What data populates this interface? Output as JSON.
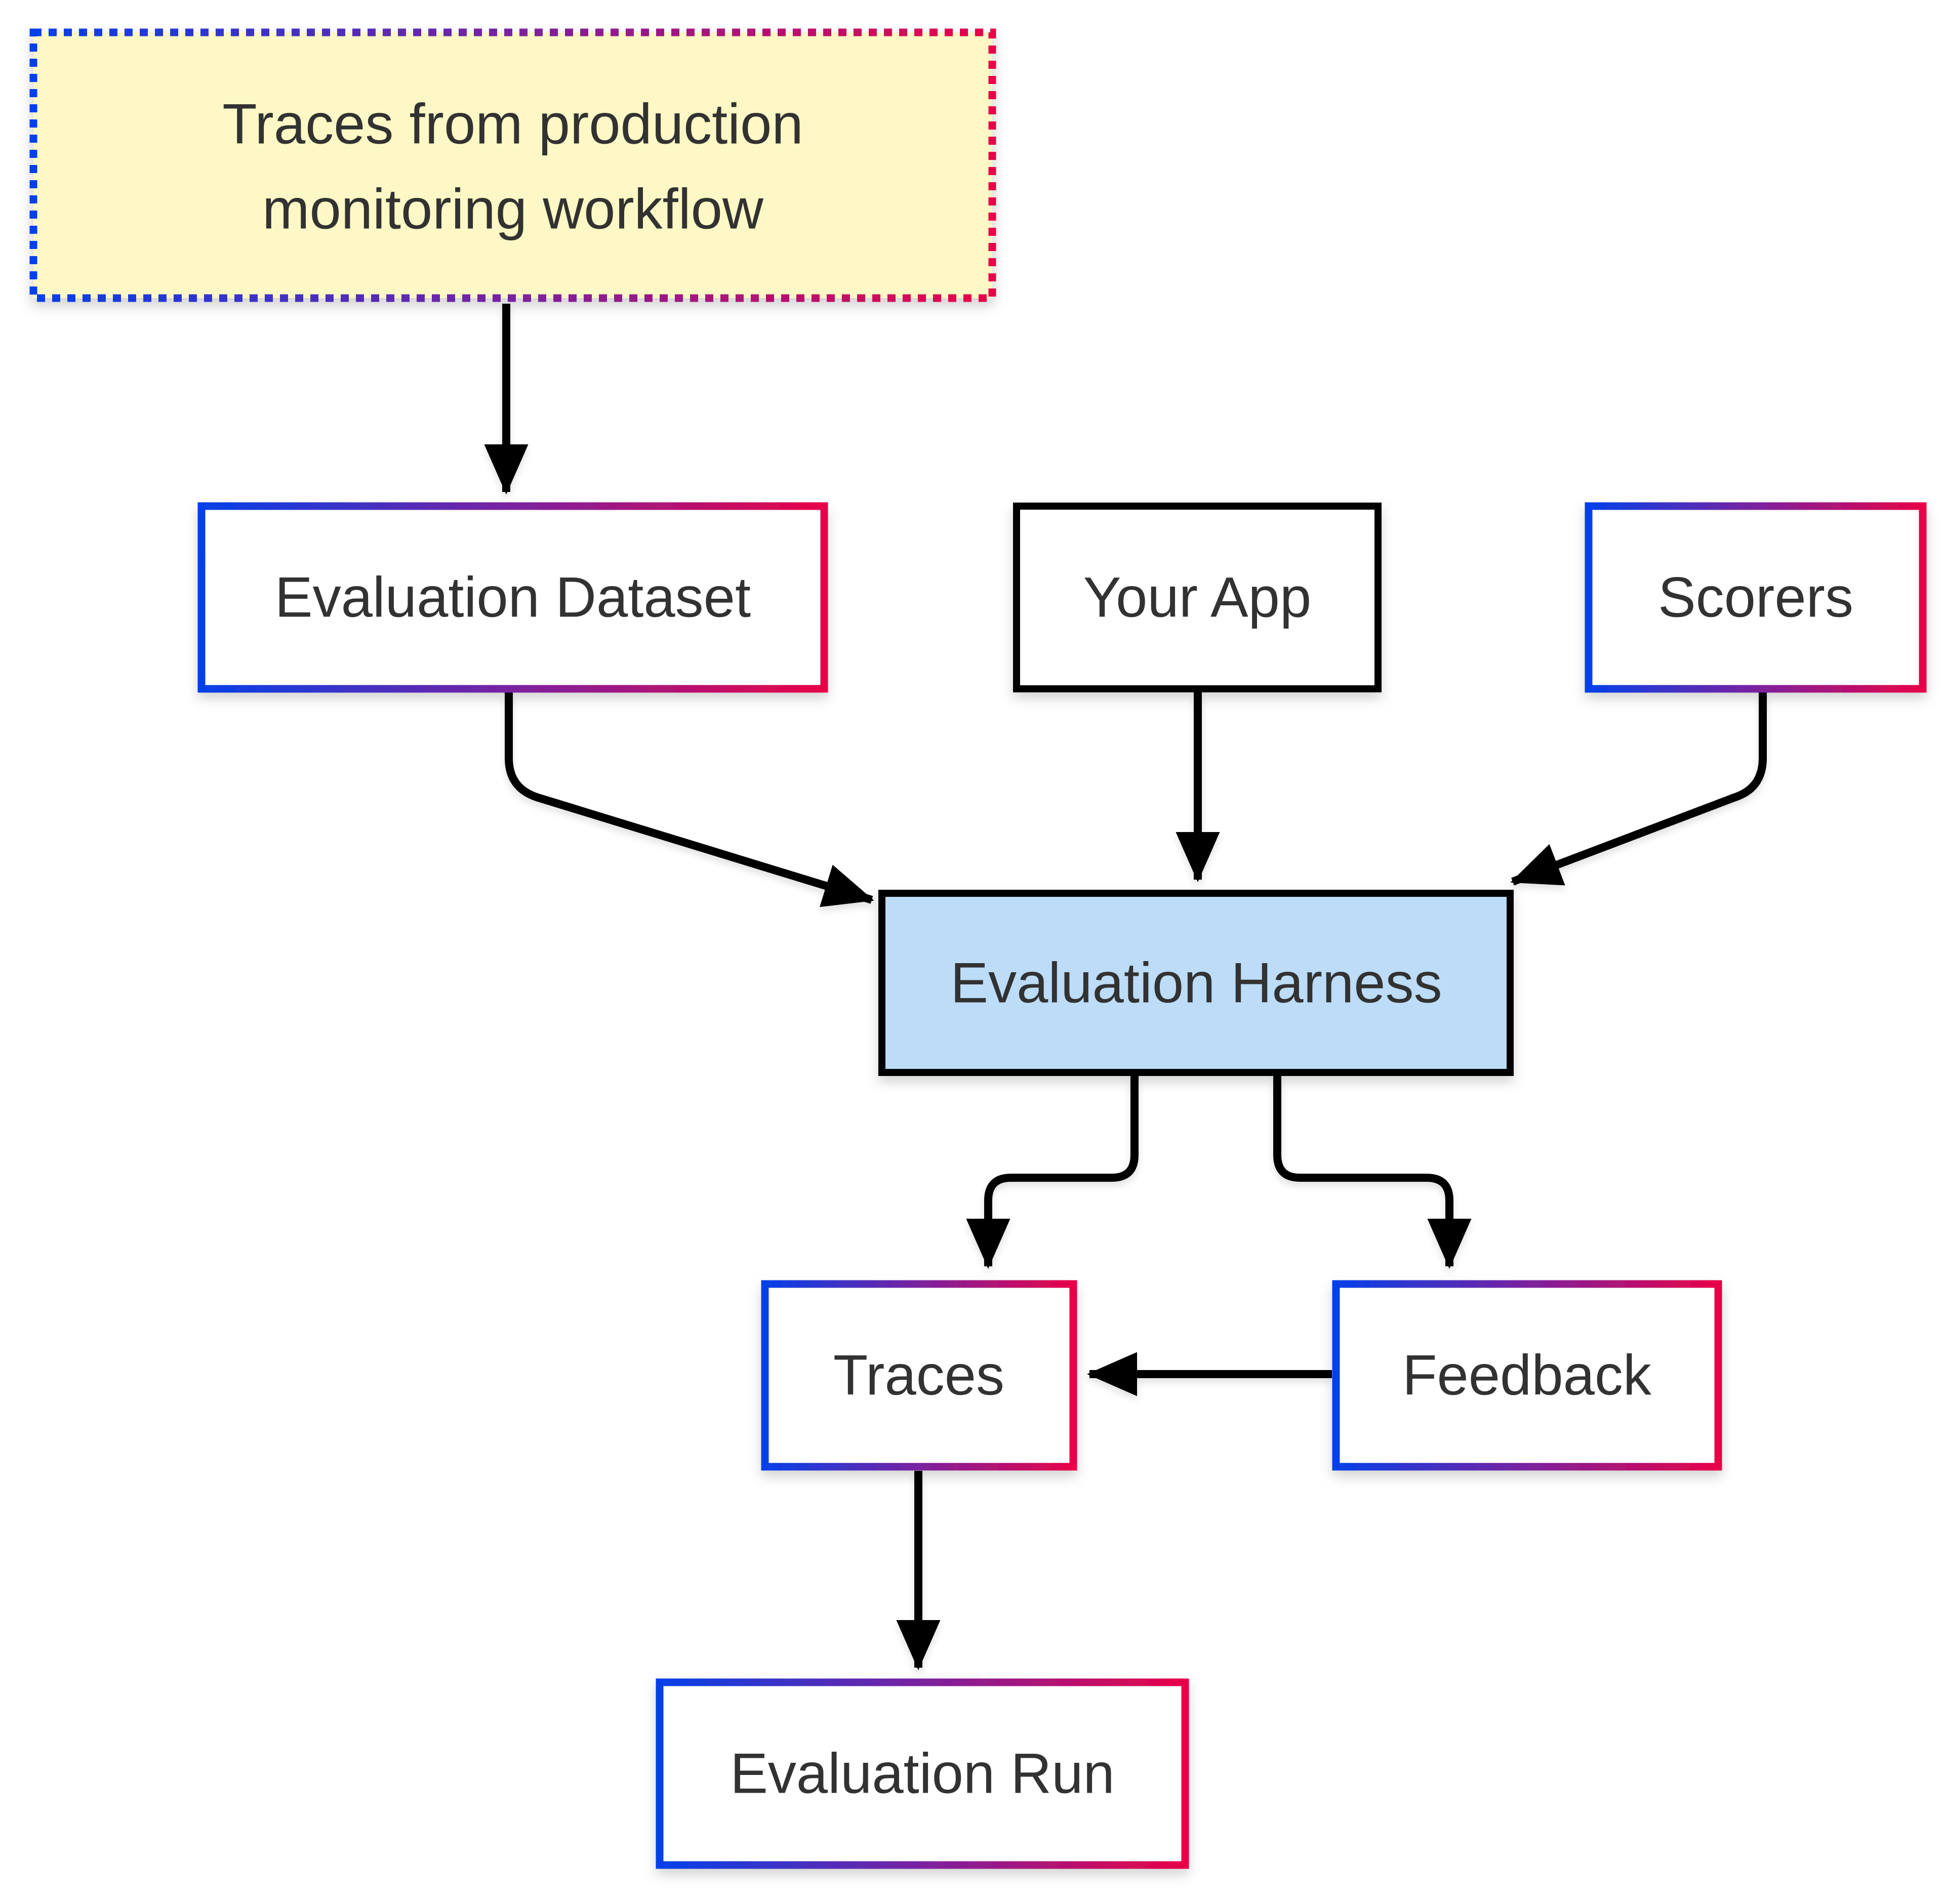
{
  "diagram": {
    "title": "Evaluation workflow flowchart",
    "background": "#FFFFFF",
    "text_color": "#333333",
    "edge_color": "#000000",
    "gradient": {
      "from": "#0540E8",
      "mid": "#7A22A0",
      "to": "#E80248"
    },
    "nodes": {
      "production_traces": {
        "label_lines": [
          "Traces from production",
          "monitoring workflow"
        ],
        "fill": "#FDF8C5",
        "border": "gradient-dotted"
      },
      "evaluation_dataset": {
        "label": "Evaluation Dataset",
        "fill": "#FFFFFF",
        "border": "gradient"
      },
      "your_app": {
        "label": "Your App",
        "fill": "#FFFFFF",
        "border": "black"
      },
      "scorers": {
        "label": "Scorers",
        "fill": "#FFFFFF",
        "border": "gradient"
      },
      "evaluation_harness": {
        "label": "Evaluation Harness",
        "fill": "#BCDCF7",
        "border": "black"
      },
      "traces": {
        "label": "Traces",
        "fill": "#FFFFFF",
        "border": "gradient"
      },
      "feedback": {
        "label": "Feedback",
        "fill": "#FFFFFF",
        "border": "gradient"
      },
      "evaluation_run": {
        "label": "Evaluation Run",
        "fill": "#FFFFFF",
        "border": "gradient"
      }
    },
    "edges": [
      {
        "from": "production_traces",
        "to": "evaluation_dataset"
      },
      {
        "from": "evaluation_dataset",
        "to": "evaluation_harness"
      },
      {
        "from": "your_app",
        "to": "evaluation_harness"
      },
      {
        "from": "scorers",
        "to": "evaluation_harness"
      },
      {
        "from": "evaluation_harness",
        "to": "traces"
      },
      {
        "from": "evaluation_harness",
        "to": "feedback"
      },
      {
        "from": "feedback",
        "to": "traces"
      },
      {
        "from": "traces",
        "to": "evaluation_run"
      }
    ]
  }
}
